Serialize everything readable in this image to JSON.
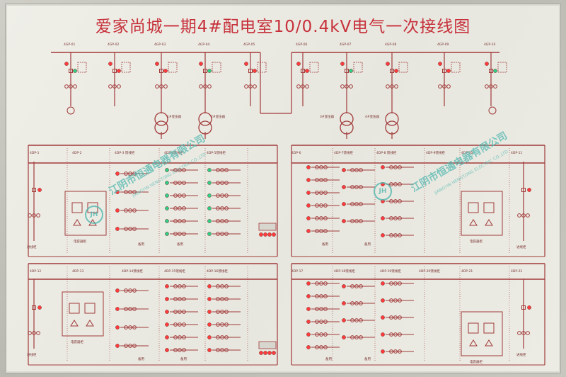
{
  "title": "爱家尚城一期4#配电室10/0.4kV电气一次接线图",
  "watermark": {
    "name": "江阴市恒通电器有限公司",
    "english": "JIANGYIN HENGTONG ELECTRIC CO.,LTD",
    "logo": "JH"
  },
  "colors": {
    "line": "#a23a3a",
    "text": "#7a3030",
    "title": "#c7303a",
    "green_lamp": "#2fcf85",
    "red_lamp": "#ff3b3b",
    "watermark": "#52b7b0"
  },
  "hv": {
    "left_cabinets": [
      "4GP-01",
      "4GP-02",
      "4GP-03",
      "4GP-04",
      "4GP-05"
    ],
    "right_cabinets": [
      "4GP-06",
      "4GP-07",
      "4GP-08",
      "4GP-09",
      "4GP-10"
    ],
    "transformers_left": [
      "1#变压器",
      "2#变压器"
    ],
    "transformers_right": [
      "3#变压器",
      "4#变压器"
    ]
  },
  "lv": {
    "top_left_cabinets": [
      "4DP-1",
      "4DP-2",
      "4DP-3 馈线柜",
      "4DP-4馈线柜",
      "4DP-5馈线柜"
    ],
    "top_right_cabinets": [
      "4DP-6",
      "4DP-7馈线柜",
      "4DP-8 馈线柜",
      "4DP-9馈线柜",
      "4DP-10",
      "4DP-11"
    ],
    "bottom_left_cabinets": [
      "4DP-12",
      "4DP-13",
      "4DP-14馈线柜",
      "4DP-15馈线柜",
      "4DP-16馈线柜"
    ],
    "bottom_right_cabinets": [
      "4DP-17",
      "4DP-18馈线柜",
      "4DP-19馈线柜",
      "4DP-20馈线柜",
      "4DP-21",
      "4DP-22"
    ],
    "capacitor_label": "电容器柜",
    "incoming_label": "进线柜",
    "spare_label": "备用"
  }
}
